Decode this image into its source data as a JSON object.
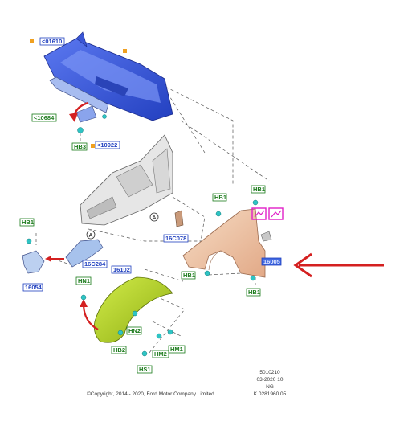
{
  "labels": {
    "l01610": "<01610",
    "l10684": "<10684",
    "hb3": "HB3",
    "l10922": "<10922",
    "hb1_top": "HB1",
    "hb1_right": "HB1",
    "hb1_left": "HB1",
    "l16c078": "16C078",
    "hb1_mid": "HB1",
    "part_16005": "16005",
    "hb1_bottom": "HB1",
    "l16c284": "16C284",
    "l16102": "16102",
    "l16054": "16054",
    "hn1": "HN1",
    "hn2": "HN2",
    "hb2": "HB2",
    "hm2": "HM2",
    "hm1": "HM1",
    "hs1": "HS1",
    "callout_a1": "A",
    "callout_a2": "A"
  },
  "meta": {
    "line1": "5010210",
    "line2": "03-2020 10",
    "line3": "NG",
    "line4": "K 0281960 05"
  },
  "copyright": "©Copyright, 2014 - 2020, Ford Motor Company Limited",
  "colors": {
    "blue_part": "#3a56d6",
    "fender": "#f0c7a8",
    "liner": "#b8d62a",
    "arrow_red": "#d42020",
    "clip": "#2ec4c4",
    "label_green": "#1a7a1a",
    "label_blue": "#1f3fbf"
  }
}
